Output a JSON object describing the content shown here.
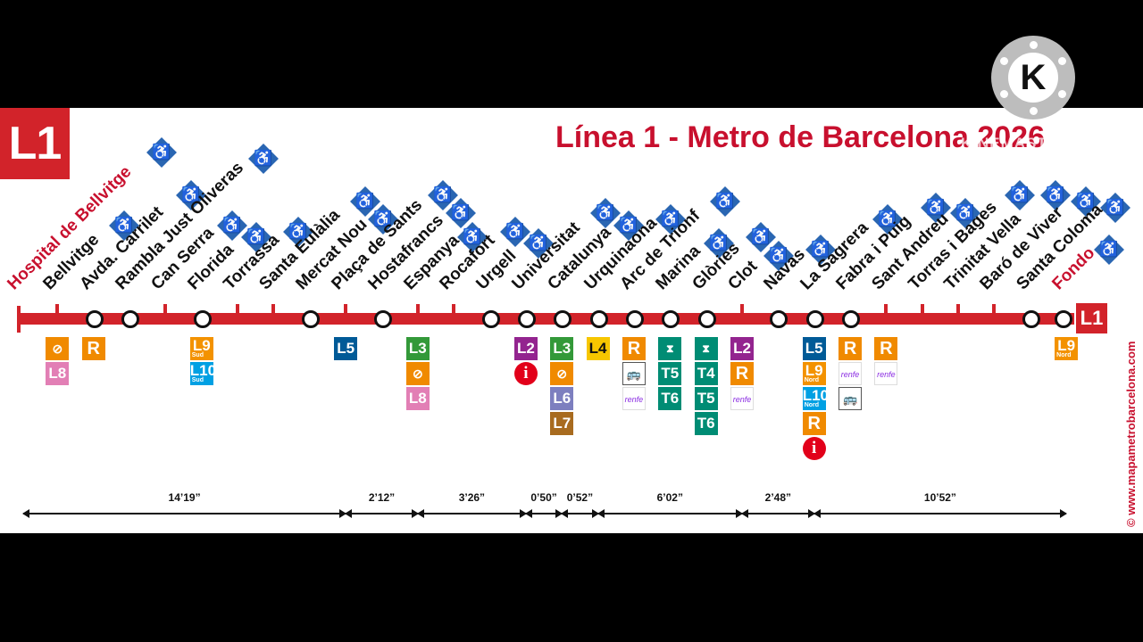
{
  "line_badge": "L1",
  "title": "Línea 1 - Metro de Barcelona 2026",
  "watermark": "KINEMASTER",
  "end_badge": "L1",
  "source": "© www.mapametrobarcelona.com",
  "logo_letter": "K",
  "colors": {
    "line": "#d2232a",
    "title": "#c8102e",
    "accessible": "#2a66b2"
  },
  "stations": [
    {
      "name": "Hospital de Bellvitge",
      "terminal": true,
      "accessible": true,
      "connections": []
    },
    {
      "name": "Bellvitge",
      "accessible": true,
      "connections": [
        {
          "type": "funicular",
          "label": "",
          "color": "#f08a00"
        },
        {
          "type": "metro",
          "label": "L8",
          "color": "#e27fb5"
        }
      ]
    },
    {
      "name": "Avda. Carrilet",
      "accessible": true,
      "connections": [
        {
          "type": "rodalies",
          "label": "R",
          "color": "#f08a00"
        }
      ]
    },
    {
      "name": "Rambla Just Oliveras",
      "accessible": true,
      "connections": []
    },
    {
      "name": "Can Serra",
      "accessible": true,
      "connections": []
    },
    {
      "name": "Florida",
      "accessible": true,
      "connections": [
        {
          "type": "metro-sub",
          "label": "L9",
          "sub": "Sud",
          "color": "#f39200"
        },
        {
          "type": "metro-sub",
          "label": "L10",
          "sub": "Sud",
          "color": "#00a0e3"
        }
      ]
    },
    {
      "name": "Torrassa",
      "accessible": true,
      "connections": []
    },
    {
      "name": "Santa Eulàlia",
      "accessible": true,
      "connections": []
    },
    {
      "name": "Mercat Nou",
      "accessible": true,
      "connections": []
    },
    {
      "name": "Plaça de Sants",
      "accessible": true,
      "connections": [
        {
          "type": "metro",
          "label": "L5",
          "color": "#005a97"
        }
      ]
    },
    {
      "name": "Hostafrancs",
      "accessible": true,
      "connections": []
    },
    {
      "name": "Espanya",
      "accessible": true,
      "connections": [
        {
          "type": "metro",
          "label": "L3",
          "color": "#339939"
        },
        {
          "type": "funicular",
          "label": "",
          "color": "#f08a00"
        },
        {
          "type": "metro",
          "label": "L8",
          "color": "#e27fb5"
        }
      ]
    },
    {
      "name": "Rocafort",
      "accessible": true,
      "connections": []
    },
    {
      "name": "Urgell",
      "accessible": true,
      "connections": []
    },
    {
      "name": "Universitat",
      "accessible": true,
      "connections": [
        {
          "type": "metro",
          "label": "L2",
          "color": "#93248f"
        },
        {
          "type": "info",
          "label": "i",
          "color": "#e2001a"
        }
      ]
    },
    {
      "name": "Catalunya",
      "accessible": true,
      "connections": [
        {
          "type": "metro",
          "label": "L3",
          "color": "#339939"
        },
        {
          "type": "funicular",
          "label": "",
          "color": "#f08a00"
        },
        {
          "type": "metro",
          "label": "L6",
          "color": "#7d7fbf"
        },
        {
          "type": "metro",
          "label": "L7",
          "color": "#a86b1f"
        }
      ]
    },
    {
      "name": "Urquinaona",
      "accessible": true,
      "connections": [
        {
          "type": "metro",
          "label": "L4",
          "color": "#f7c600",
          "text_color": "#111"
        }
      ]
    },
    {
      "name": "Arc de Trionf",
      "accessible": true,
      "connections": [
        {
          "type": "rodalies",
          "label": "R",
          "color": "#f08a00"
        },
        {
          "type": "bus",
          "label": "",
          "color": "#ffffff"
        },
        {
          "type": "renfe",
          "label": "renfe",
          "color": "#ffffff"
        }
      ]
    },
    {
      "name": "Marina",
      "accessible": true,
      "connections": [
        {
          "type": "tram",
          "label": "",
          "color": "#008c74"
        },
        {
          "type": "metro",
          "label": "T5",
          "color": "#008c74"
        },
        {
          "type": "metro",
          "label": "T6",
          "color": "#008c74"
        }
      ]
    },
    {
      "name": "Glòries",
      "accessible": true,
      "connections": [
        {
          "type": "tram",
          "label": "",
          "color": "#008c74"
        },
        {
          "type": "metro",
          "label": "T4",
          "color": "#008c74"
        },
        {
          "type": "metro",
          "label": "T5",
          "color": "#008c74"
        },
        {
          "type": "metro",
          "label": "T6",
          "color": "#008c74"
        }
      ]
    },
    {
      "name": "Clot",
      "accessible": true,
      "connections": [
        {
          "type": "metro",
          "label": "L2",
          "color": "#93248f"
        },
        {
          "type": "rodalies",
          "label": "R",
          "color": "#f08a00"
        },
        {
          "type": "renfe",
          "label": "renfe",
          "color": "#ffffff"
        }
      ]
    },
    {
      "name": "Navas",
      "accessible": true,
      "connections": []
    },
    {
      "name": "La Sagrera",
      "accessible": true,
      "connections": [
        {
          "type": "metro",
          "label": "L5",
          "color": "#005a97"
        },
        {
          "type": "metro-sub",
          "label": "L9",
          "sub": "Nord",
          "color": "#f39200"
        },
        {
          "type": "metro-sub",
          "label": "L10",
          "sub": "Nord",
          "color": "#00a0e3"
        },
        {
          "type": "rodalies",
          "label": "R",
          "color": "#f08a00"
        },
        {
          "type": "info",
          "label": "i",
          "color": "#e2001a"
        }
      ]
    },
    {
      "name": "Fabra i Puig",
      "accessible": true,
      "connections": [
        {
          "type": "rodalies",
          "label": "R",
          "color": "#f08a00"
        },
        {
          "type": "renfe",
          "label": "renfe",
          "color": "#ffffff"
        },
        {
          "type": "bus",
          "label": "",
          "color": "#ffffff"
        }
      ]
    },
    {
      "name": "Sant Andreu",
      "accessible": true,
      "connections": [
        {
          "type": "rodalies",
          "label": "R",
          "color": "#f08a00"
        },
        {
          "type": "renfe",
          "label": "renfe",
          "color": "#ffffff"
        }
      ]
    },
    {
      "name": "Torras i Bages",
      "accessible": true,
      "connections": []
    },
    {
      "name": "Trinitat Vella",
      "accessible": true,
      "connections": []
    },
    {
      "name": "Baró de Viver",
      "accessible": true,
      "connections": []
    },
    {
      "name": "Santa Coloma",
      "accessible": true,
      "connections": []
    },
    {
      "name": "Fondo",
      "terminal": true,
      "accessible": true,
      "connections": [
        {
          "type": "metro-sub",
          "label": "L9",
          "sub": "Nord",
          "color": "#f39200"
        }
      ]
    }
  ],
  "travel_times": [
    {
      "label": "14’19”",
      "from": 0,
      "to": 9
    },
    {
      "label": "2’12”",
      "from": 9,
      "to": 11
    },
    {
      "label": "3’26”",
      "from": 11,
      "to": 14
    },
    {
      "label": "0’50”",
      "from": 14,
      "to": 15
    },
    {
      "label": "0’52”",
      "from": 15,
      "to": 16
    },
    {
      "label": "6’02”",
      "from": 16,
      "to": 20
    },
    {
      "label": "2’48”",
      "from": 20,
      "to": 22
    },
    {
      "label": "10’52”",
      "from": 22,
      "to": 29
    }
  ]
}
